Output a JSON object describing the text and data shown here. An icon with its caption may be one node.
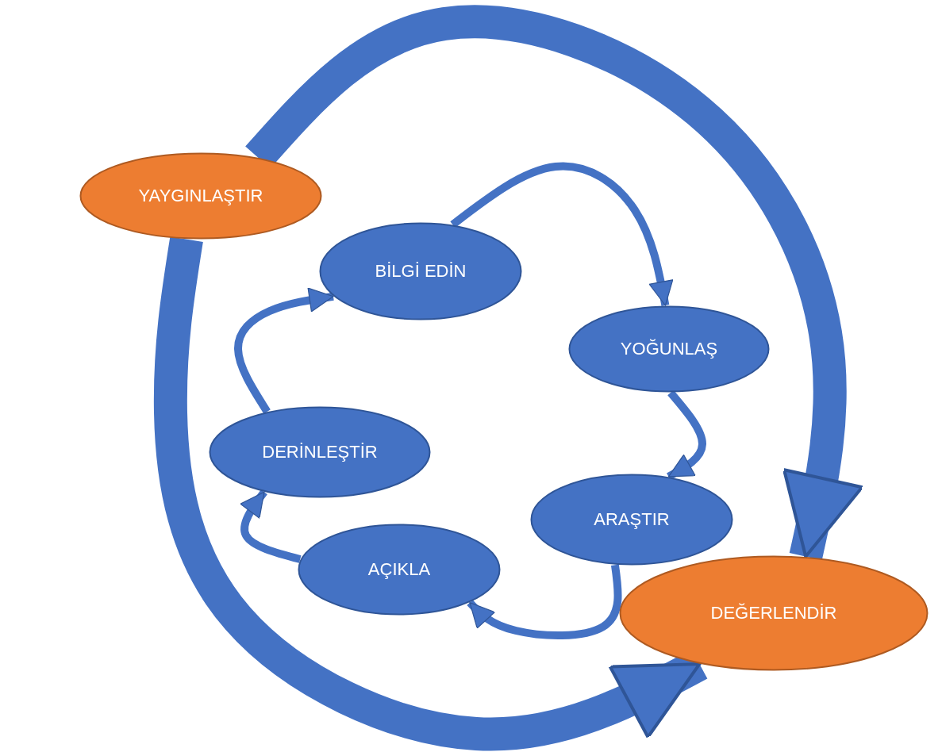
{
  "diagram": {
    "nodes": [
      {
        "text": [
          "YAYGINLAŞTIR"
        ]
      },
      {
        "text": [
          "BİLGİ EDİN"
        ]
      },
      {
        "text": [
          "YOĞUNLAŞ"
        ]
      },
      {
        "text": [
          "ARAŞTIR"
        ]
      },
      {
        "text": [
          "DEĞERLENDİR"
        ]
      },
      {
        "text": [
          "AÇIKLA"
        ]
      },
      {
        "text": [
          "DERİNLEŞTİR"
        ]
      }
    ],
    "edges": [
      {
        "from": 1,
        "to": 2,
        "arrow": "to"
      },
      {
        "from": 2,
        "to": 3,
        "arrow": "to"
      },
      {
        "from": 3,
        "to": 5,
        "arrow": "to"
      },
      {
        "from": 5,
        "to": 6,
        "arrow": "to"
      },
      {
        "from": 6,
        "to": 1,
        "arrow": "to"
      },
      {
        "from": 0,
        "to": 4,
        "arrow": "to",
        "style": "thick"
      },
      {
        "from": 0,
        "to": 4,
        "arrow": "to",
        "style": "thick"
      }
    ]
  }
}
